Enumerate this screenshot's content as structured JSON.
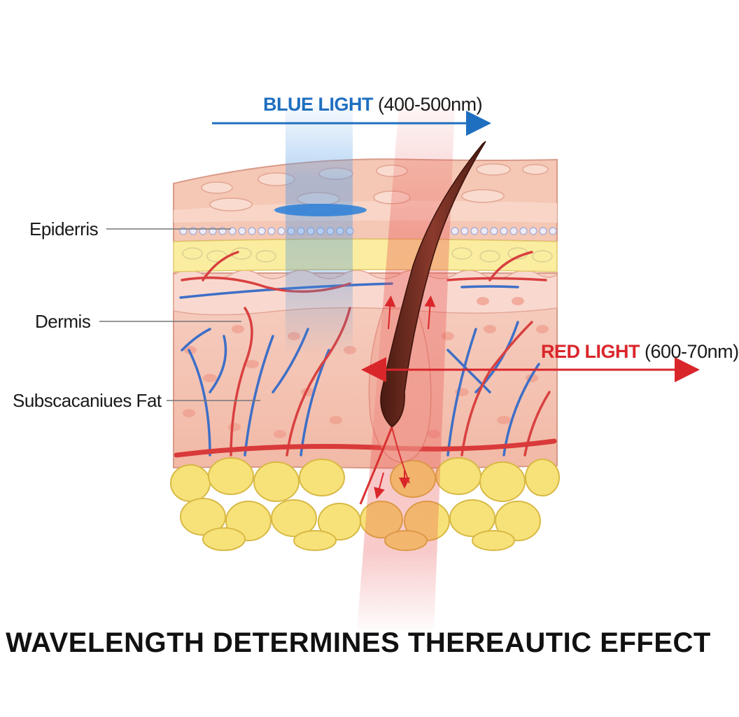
{
  "title": "WAVELENGTH DETERMINES THEREAUTIC EFFECT",
  "blue_light": {
    "name": "BLUE LIGHT",
    "range": "(400-500nm)"
  },
  "red_light": {
    "name": "RED LIGHT",
    "range": "(600-70nm)"
  },
  "layers": [
    {
      "label": "Epiderris"
    },
    {
      "label": "Dermis"
    },
    {
      "label": "Subscacaniues Fat"
    }
  ],
  "colors": {
    "blue": "#1f6fc0",
    "red": "#d9262b",
    "skin": "#f4c4b2",
    "fat": "#f6e27a",
    "hair": "#6b2a20"
  }
}
